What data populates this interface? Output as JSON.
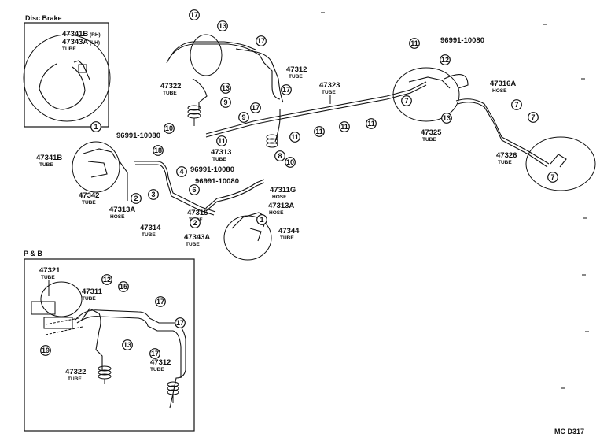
{
  "insets": {
    "disc_brake_title": "Disc Brake",
    "pb_title": "P & B"
  },
  "parts": {
    "p47341B_rh": "47341B",
    "rh_tag": "(RH)",
    "p47343A_lh": "47343A",
    "lh_tag": "(LH)",
    "tube": "TUBE",
    "hose": "HOSE",
    "p47322": "47322",
    "p47312": "47312",
    "p47323": "47323",
    "p47313": "47313",
    "p47311G": "47311G",
    "p47313A": "47313A",
    "p47315": "47315",
    "p47314": "47314",
    "p47341B": "47341B",
    "p47342": "47342",
    "p47343A": "47343A",
    "p47344": "47344",
    "p47325": "47325",
    "p47326": "47326",
    "p47316A": "47316A",
    "p47321": "47321",
    "p47311": "47311",
    "bolt_96991": "96991-10080"
  },
  "callouts": [
    "1",
    "2",
    "3",
    "4",
    "6",
    "7",
    "8",
    "9",
    "10",
    "11",
    "12",
    "13",
    "15",
    "17",
    "18",
    "19"
  ],
  "figure_code": "MC  D317"
}
